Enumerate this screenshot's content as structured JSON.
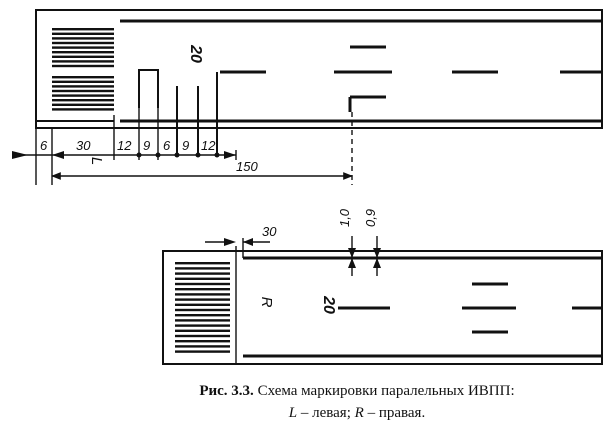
{
  "figure": {
    "top_runway": {
      "marking_number": "20",
      "dims": {
        "d6": "6",
        "d30": "30",
        "d12a": "12",
        "d9a": "9",
        "d6b": "6",
        "d9b": "9",
        "d12b": "12",
        "d150": "150"
      },
      "side_letter": "L"
    },
    "bottom_runway": {
      "marking_number": "20",
      "side_letter": "R",
      "dims": {
        "d30": "30",
        "d1_0": "1,0",
        "d0_9": "0,9"
      }
    },
    "caption": {
      "label": "Рис. 3.3.",
      "title": " Схема маркировки паралельных ИВПП:",
      "l_letter": "L",
      "l_text": " – левая;  ",
      "r_letter": "R",
      "r_text": " – правая."
    }
  }
}
